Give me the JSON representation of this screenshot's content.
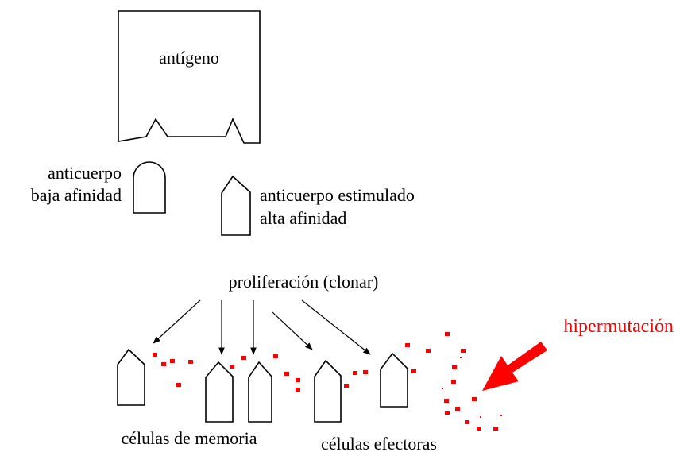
{
  "labels": {
    "antigen": "antígeno",
    "low_affinity_line1": "anticuerpo",
    "low_affinity_line2": "baja afinidad",
    "high_affinity_line1": "anticuerpo estimulado",
    "high_affinity_line2": "alta afinidad",
    "proliferation": "proliferación (clonar)",
    "memory_cells": "células de memoria",
    "effector_cells": "células efectoras",
    "hypermutation": "hipermutación"
  },
  "colors": {
    "ink": "#000000",
    "mutation": "#ff0000",
    "background": "#ffffff"
  },
  "icons": {
    "big_arrow": "red-arrow-icon"
  }
}
